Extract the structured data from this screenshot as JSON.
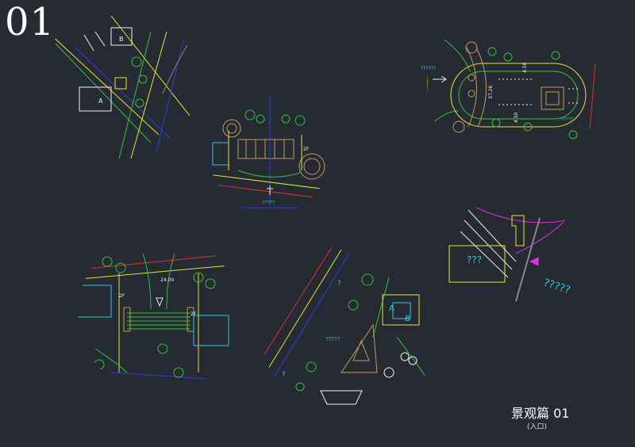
{
  "page": {
    "number": "01"
  },
  "caption": {
    "title": "景观篇  01",
    "subtitle": "(入口)"
  },
  "plans": {
    "p1": {
      "label_a": "A",
      "label_b": "B"
    },
    "p2": {
      "label_q": "??????",
      "dim_a": "4.50",
      "dim_b": "37.26",
      "dim_c": "4.50",
      "dim_d": "??????"
    },
    "p3": {
      "label_2f": "2F",
      "label_q": "??????"
    },
    "p4": {
      "label_q": "???",
      "label_q2": "?????"
    },
    "p5": {
      "dim": "24.00",
      "label_2f_a": "2F",
      "label_2f_b": "2F"
    },
    "p6": {
      "label_q": "?",
      "label_q2": "?????",
      "label_q3": "?",
      "label_a": "A",
      "label_b": "B"
    }
  },
  "colors": {
    "background": "#252a33",
    "road_red": "#e0302a",
    "road_yellow": "#e6e632",
    "road_green": "#35c23a",
    "road_blue": "#2d3fd8",
    "cyan": "#35c8e0",
    "white": "#f0f0f0",
    "magenta": "#e030e0",
    "tan": "#c89a5a"
  }
}
